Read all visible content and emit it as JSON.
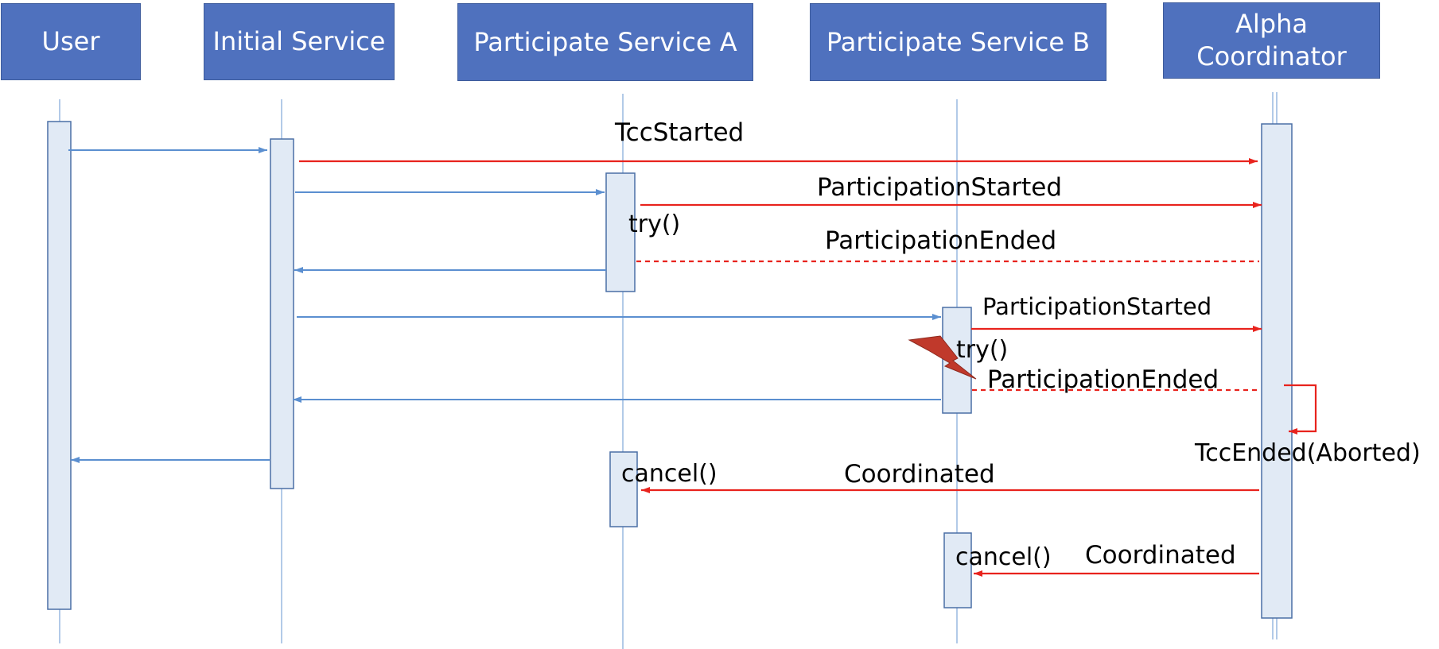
{
  "actors": {
    "user": "User",
    "initial": "Initial Service",
    "svc_a": "Participate Service A",
    "svc_b": "Participate Service B",
    "alpha": "Alpha\nCoordinator"
  },
  "messages": {
    "tcc_started": "TccStarted",
    "a_participation_started": "ParticipationStarted",
    "a_try": "try()",
    "a_participation_ended": "ParticipationEnded",
    "b_participation_started": "ParticipationStarted",
    "b_try": "try()",
    "b_participation_ended": "ParticipationEnded",
    "tcc_ended": "TccEnded(Aborted)",
    "a_cancel": "cancel()",
    "a_coordinated": "Coordinated",
    "b_cancel": "cancel()",
    "b_coordinated": "Coordinated"
  },
  "colors": {
    "actor_fill": "#4f71be",
    "call_arrow": "#5b8fd0",
    "event_arrow": "#e8231d",
    "activation_fill": "#e1eaf5",
    "failure_icon": "#c0392b"
  }
}
